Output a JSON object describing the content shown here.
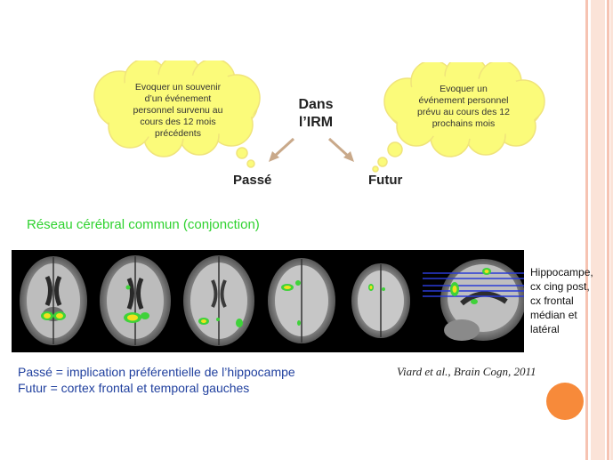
{
  "cloud_left": {
    "lines": [
      "Evoquer un souvenir",
      "d’un événement",
      "personnel survenu au",
      "cours des 12 mois",
      "précédents"
    ]
  },
  "cloud_right": {
    "lines": [
      "Evoquer un",
      "événement personnel",
      "prévu au cours des 12",
      "prochains mois"
    ]
  },
  "center": {
    "line1": "Dans",
    "line2": "l’IRM"
  },
  "label_past": "Passé",
  "label_future": "Futur",
  "network_title": "Réseau cérébral commun (conjonction)",
  "side_label": {
    "lines": [
      "Hippocampe,",
      "cx cing post,",
      "cx frontal",
      "médian et",
      "latéral"
    ]
  },
  "bottom": {
    "line1": "Passé = implication préférentielle de l’hippocampe",
    "line2": "Futur = cortex frontal et temporal gauches"
  },
  "citation": "Viard et al., Brain Cogn, 2011",
  "colors": {
    "cloud_fill": "#fbfb7a",
    "cloud_stroke": "#f0e47a",
    "network_title": "#2fd22f",
    "bottom_text": "#1f3f9e",
    "accent_orange": "#f78a3a",
    "stripe": "#f6c3b2",
    "arrow": "#c9a98a",
    "activation_green": "#3fd23a",
    "activation_yellow": "#f2e11c"
  }
}
